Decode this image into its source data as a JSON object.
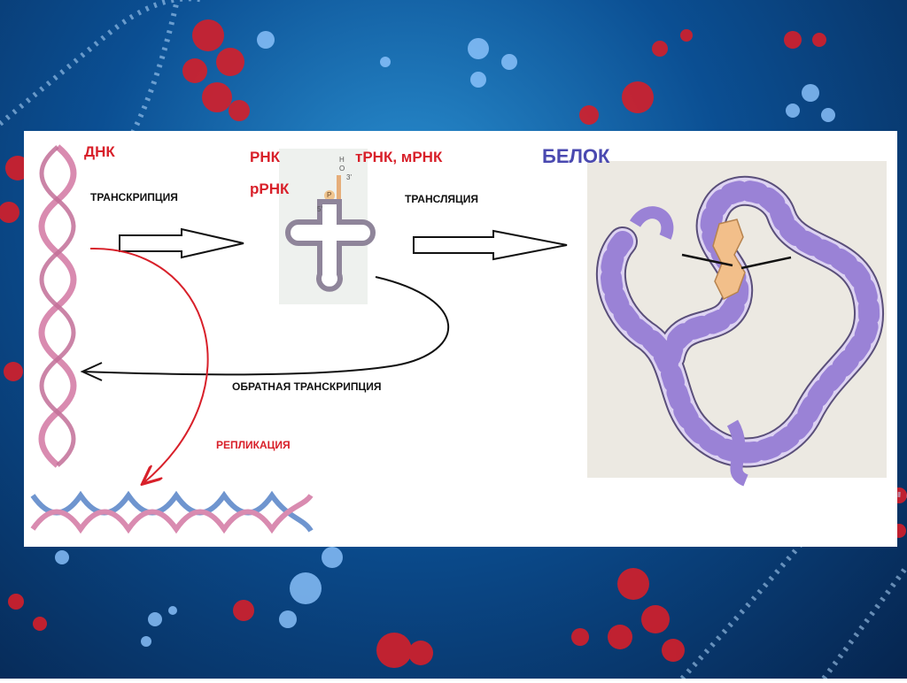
{
  "labels": {
    "dna": "ДНК",
    "transcription": "ТРАНСКРИПЦИЯ",
    "rna": "РНК",
    "rrna": "рРНК",
    "trna_mrna": "тРНК, мРНК",
    "translation": "ТРАНСЛЯЦИЯ",
    "protein": "БЕЛОК",
    "reverse_transcription": "ОБРАТНАЯ ТРАНСКРИПЦИЯ",
    "replication": "РЕПЛИКАЦИЯ"
  },
  "trna_marks": {
    "p": "P",
    "five_prime": "5'",
    "three_prime": "3'",
    "h": "H",
    "o": "O"
  },
  "colors": {
    "red_label": "#d8202a",
    "blue_label": "#4a49b0",
    "dna_pink": "#d98bb0",
    "dna_blue": "#6f95cf",
    "protein_ribbon": "#9a82d6",
    "protein_light": "#ddd3f2",
    "ligand": "#f2bf8a"
  }
}
